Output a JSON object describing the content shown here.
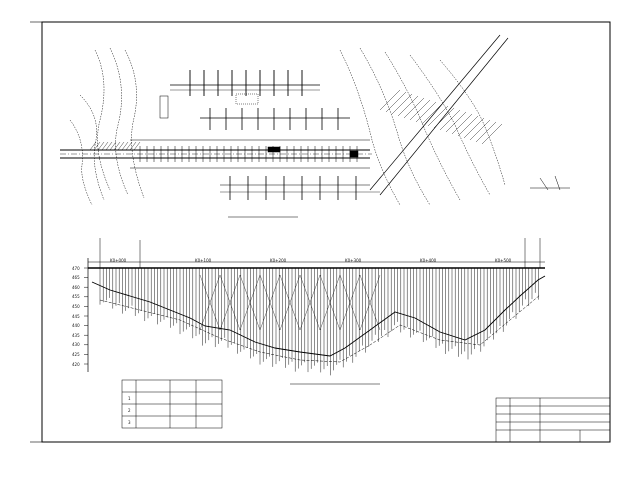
{
  "drawing": {
    "plan_caption": "",
    "profile_caption": "",
    "notes_title": "",
    "notes": [
      "",
      "",
      "",
      "",
      "",
      "",
      "",
      "",
      "",
      "",
      "",
      ""
    ],
    "station_marks": [
      "K0+000",
      "K0+100",
      "K0+200",
      "K0+300",
      "K0+400",
      "K0+500"
    ],
    "elevation_ticks": [
      "470",
      "465",
      "460",
      "455",
      "450",
      "445",
      "440",
      "435",
      "430",
      "425",
      "420"
    ],
    "material_table": {
      "headers": [
        "",
        "",
        "",
        ""
      ],
      "rows": [
        [
          "1",
          "",
          "",
          ""
        ],
        [
          "2",
          "",
          "",
          ""
        ],
        [
          "3",
          "",
          "",
          ""
        ]
      ]
    },
    "title_block": {
      "project": "",
      "sheet": ""
    },
    "watermark": ""
  },
  "colors": {
    "ink": "#000000",
    "paper": "#ffffff",
    "hatch": "#333333"
  }
}
